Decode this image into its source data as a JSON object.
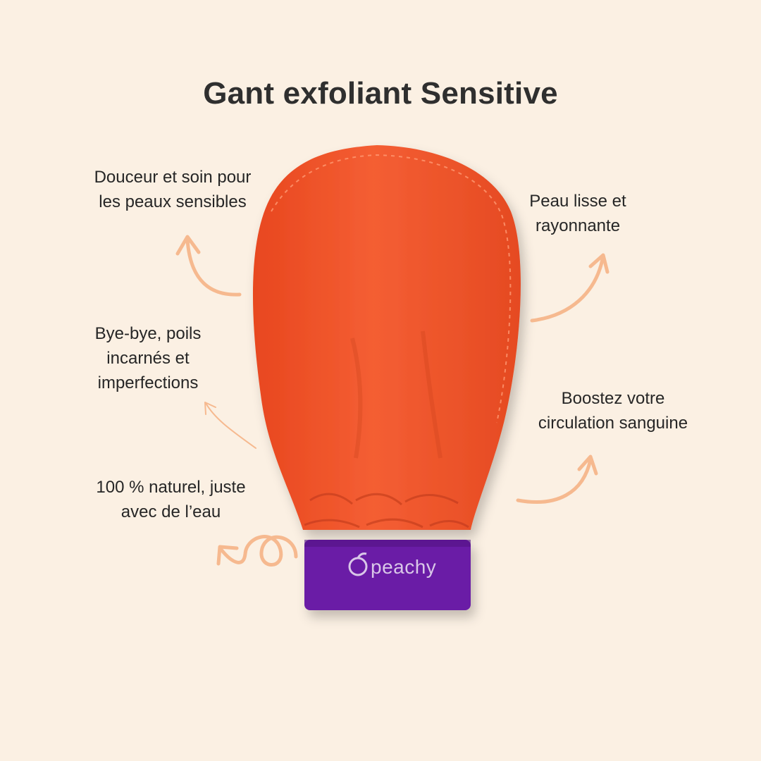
{
  "title": "Gant exfoliant Sensitive",
  "brand": "peachy",
  "features": [
    {
      "line1": "Douceur et soin pour",
      "line2": "les peaux sensibles"
    },
    {
      "line1": "Peau lisse et",
      "line2": "rayonnante"
    },
    {
      "line1": "Bye-bye, poils",
      "line2": "incarnés et",
      "line3": "imperfections"
    },
    {
      "line1": "Boostez votre",
      "line2": "circulation sanguine"
    },
    {
      "line1": "100 % naturel,  juste",
      "line2": "avec de l’eau"
    }
  ],
  "colors": {
    "background": "#fbf0e3",
    "glove": "#f0562c",
    "cuff": "#6a1fa6",
    "arrow": "#f6b98f",
    "text": "#262626"
  }
}
